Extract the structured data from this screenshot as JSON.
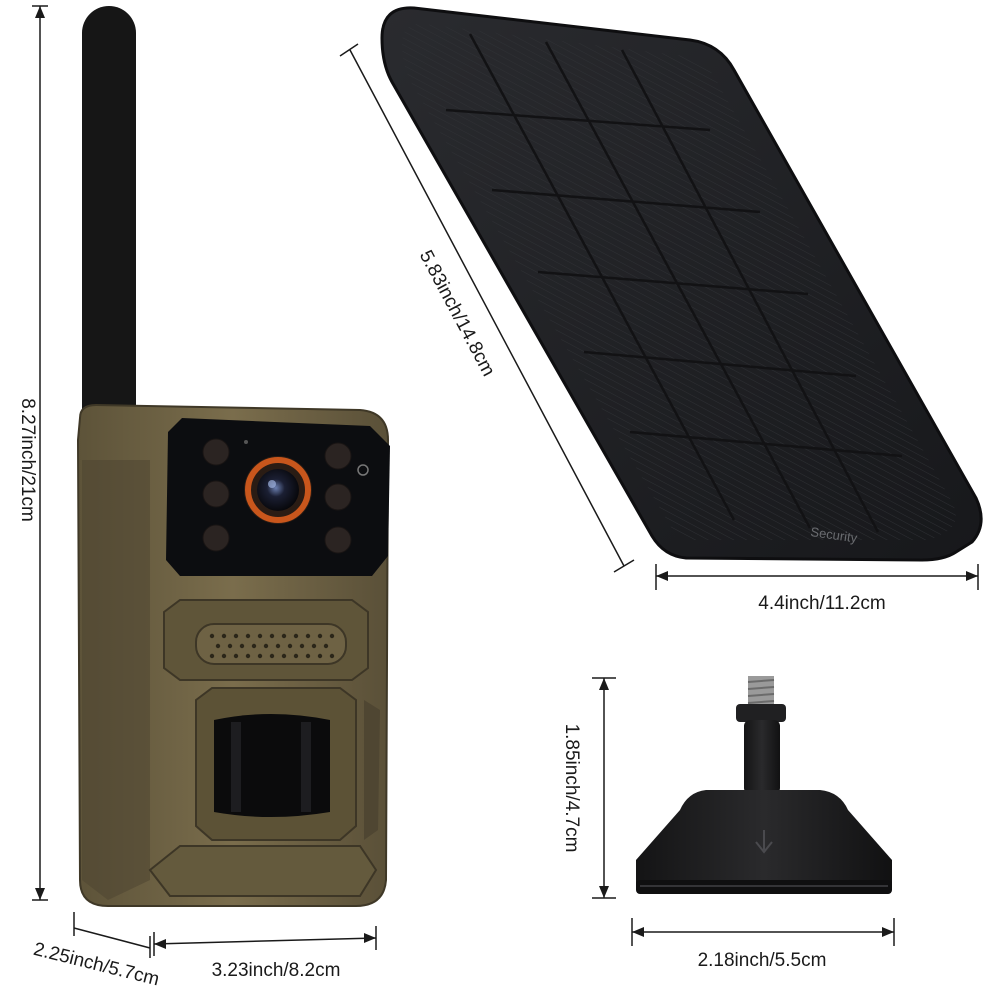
{
  "dimensions": {
    "camera_height": "8.27inch/21cm",
    "camera_depth": "2.25inch/5.7cm",
    "camera_width": "3.23inch/8.2cm",
    "panel_length": "5.83inch/14.8cm",
    "panel_width": "4.4inch/11.2cm",
    "mount_height": "1.85inch/4.7cm",
    "mount_width": "2.18inch/5.5cm"
  },
  "panel": {
    "brand": "Security"
  },
  "colors": {
    "camera_body": "#6e6244",
    "camera_body_dark": "#4f4632",
    "camera_face": "#0c0d10",
    "lens_ring": "#c8561c",
    "panel": "#1e1f22",
    "panel_cell_line": "#35373b",
    "mount": "#1c1c1e",
    "antenna": "#161616",
    "dimension_line": "#1a1a1a"
  },
  "icons": [
    "antenna-icon",
    "camera-lens-icon",
    "ir-led-icon",
    "speaker-grille-icon",
    "pir-sensor-icon",
    "solar-panel-icon",
    "mount-arrow-icon",
    "screw-thread-icon"
  ]
}
